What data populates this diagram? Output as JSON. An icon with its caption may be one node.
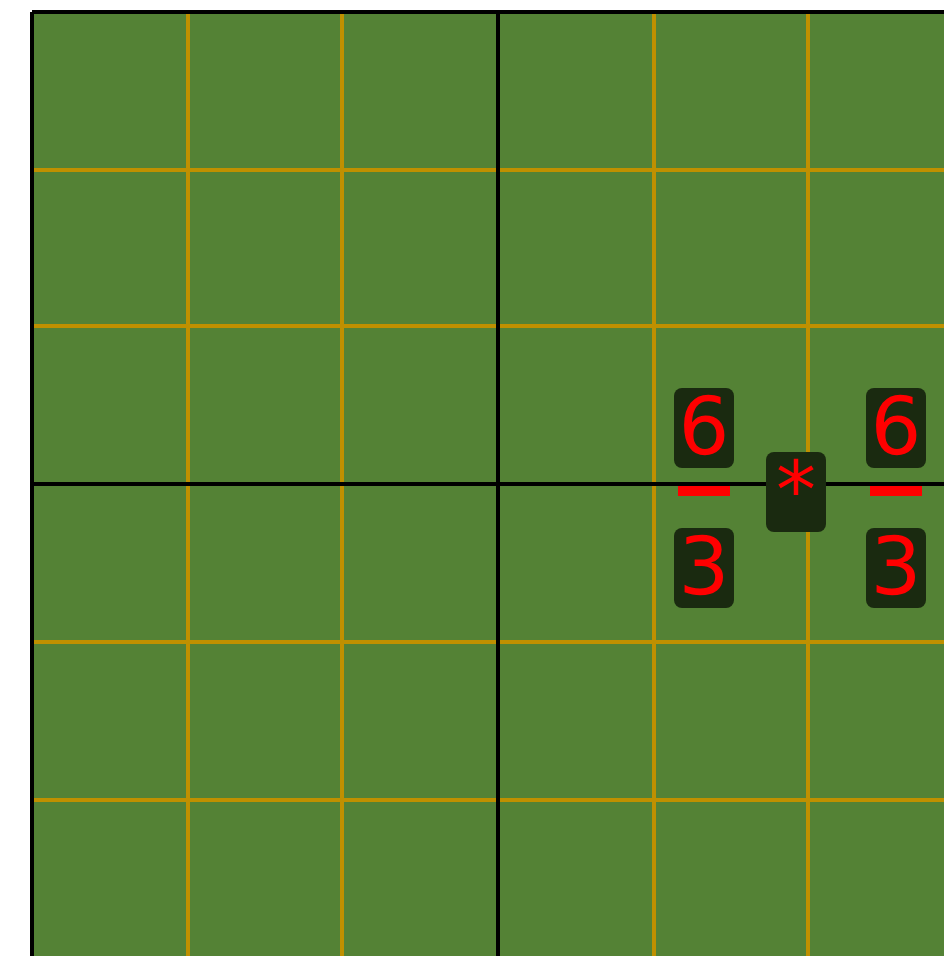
{
  "diagram": {
    "labels": [
      "6",
      "3",
      "*",
      "6",
      "3"
    ]
  }
}
